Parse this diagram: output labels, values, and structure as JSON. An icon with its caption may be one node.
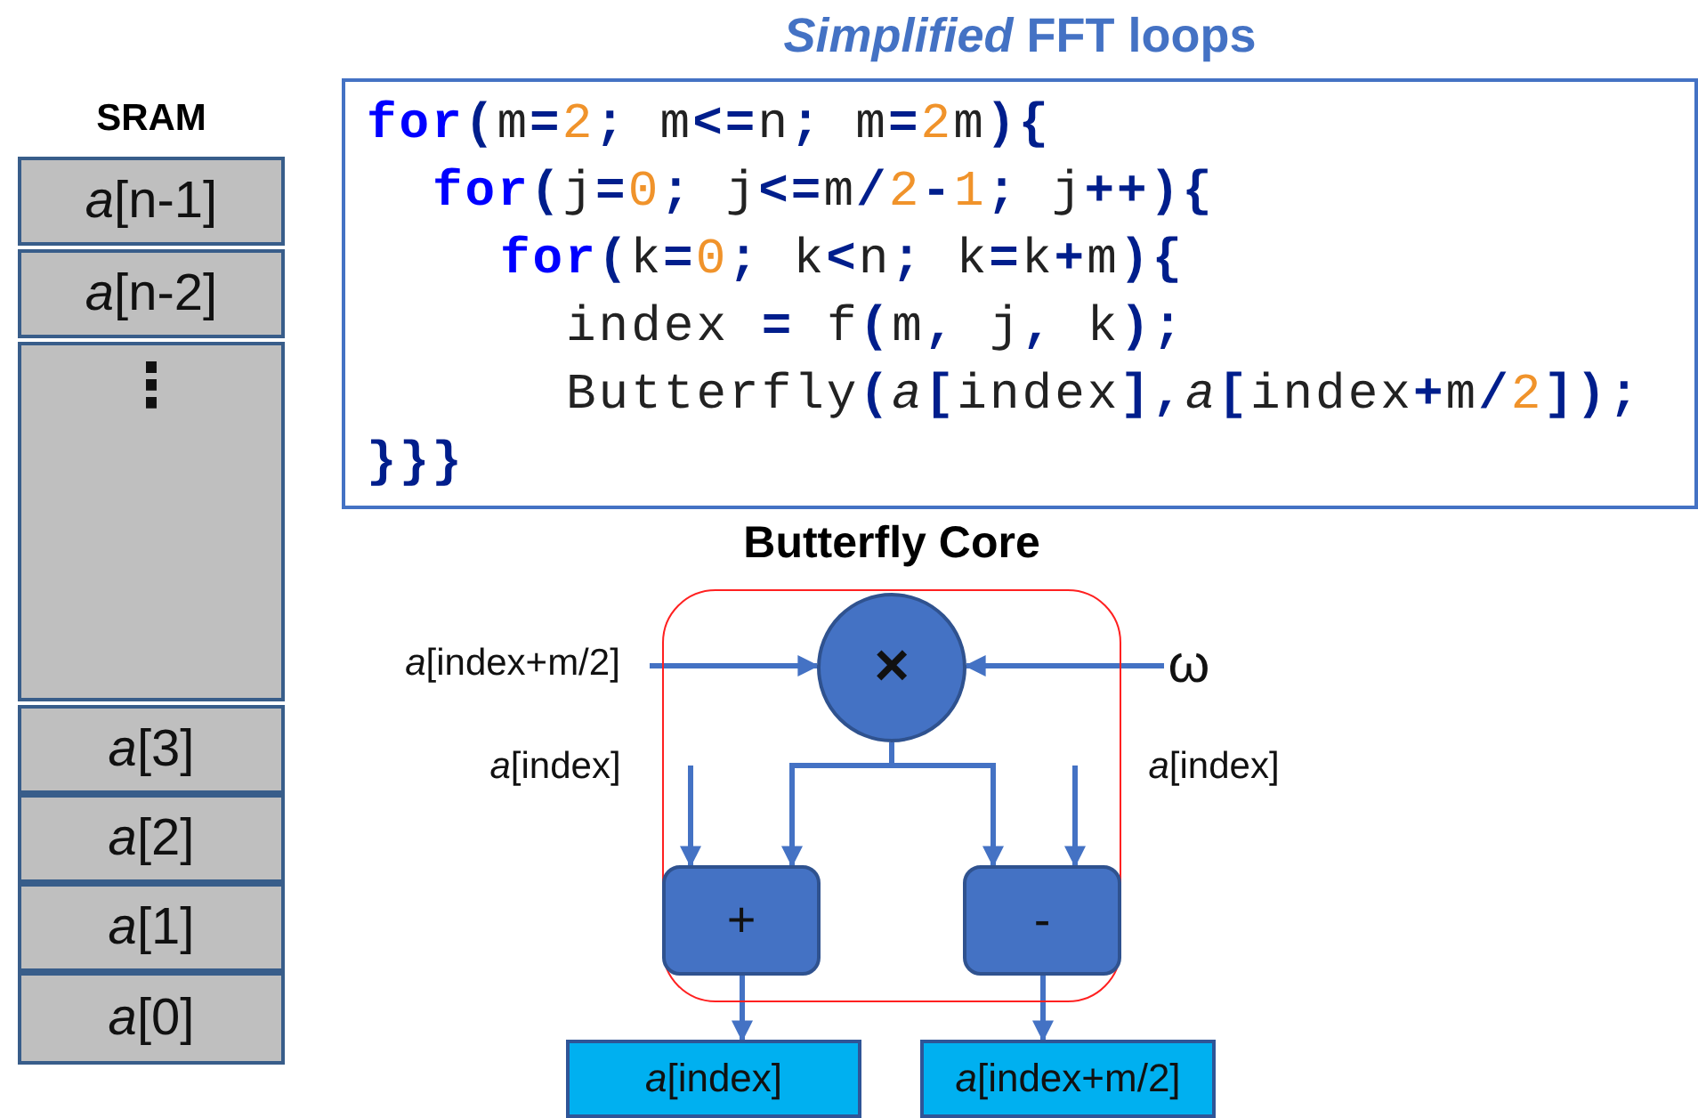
{
  "diagram": {
    "title": "*Simplified* FFT loops",
    "nodes": [
      {
        "text": [
          "SRAM"
        ]
      },
      {
        "text": [
          "*a*[n-1]"
        ],
        "in": 0
      },
      {
        "text": [
          "*a*[n-2]"
        ],
        "in": 0
      },
      {
        "text": [
          "⋮"
        ],
        "in": 0
      },
      {
        "text": [
          "*a*[3]"
        ],
        "in": 0
      },
      {
        "text": [
          "*a*[2]"
        ],
        "in": 0
      },
      {
        "text": [
          "*a*[1]"
        ],
        "in": 0
      },
      {
        "text": [
          "*a*[0]"
        ],
        "in": 0
      },
      {
        "text": [
          "**for**(m=2; m<=n; m=2m){",
          "**for**(j=0; j<=m/2-1; j++){",
          "**for**(k=0; k<n; k=k+m){",
          "index = f(m, j, k);",
          "Butterfly(*a*[index],*a*[index+m/2]);",
          "}}}"
        ]
      },
      {
        "text": [
          "Butterfly Core"
        ]
      },
      {
        "text": [
          "*a*[index+m/2]"
        ]
      },
      {
        "text": [
          "×"
        ],
        "in": 9
      },
      {
        "text": [
          "ω"
        ]
      },
      {
        "text": [
          "*a*[index]"
        ]
      },
      {
        "text": [
          "*a*[index]"
        ]
      },
      {
        "text": [
          "+"
        ],
        "in": 9
      },
      {
        "text": [
          "-"
        ],
        "in": 9
      },
      {
        "text": [
          "*a*[index]"
        ]
      },
      {
        "text": [
          "*a*[index+m/2]"
        ]
      }
    ],
    "edges": [
      {
        "from": 10,
        "to": 11,
        "arrow": "to"
      },
      {
        "from": 12,
        "to": 11,
        "arrow": "to"
      },
      {
        "from": 11,
        "to": 15,
        "arrow": "to"
      },
      {
        "from": 11,
        "to": 16,
        "arrow": "to"
      },
      {
        "from": 13,
        "to": 15,
        "arrow": "to"
      },
      {
        "from": 14,
        "to": 16,
        "arrow": "to"
      },
      {
        "from": 15,
        "to": 17,
        "arrow": "to"
      },
      {
        "from": 16,
        "to": 18,
        "arrow": "to"
      }
    ]
  }
}
